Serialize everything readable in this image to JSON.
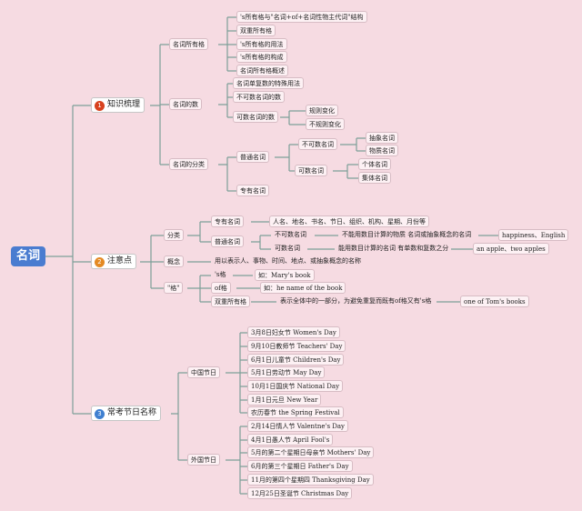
{
  "root": "名词",
  "colors": {
    "wire": "#7d9f98",
    "b1": "#d8421f",
    "b2": "#e48a23",
    "b3": "#3f7fd0"
  },
  "sections": [
    {
      "num": "1",
      "title": "知识梳理",
      "groups": [
        {
          "label": "名词所有格",
          "items": [
            "'s所有格与\"名词+of+名词性物主代词\"结构",
            "双重所有格",
            "'s所有格的用法",
            "'s所有格的构成",
            "名词所有格概述"
          ]
        },
        {
          "label": "名词的数",
          "items": [
            "名词单复数的特殊用法",
            "不可数名词的数"
          ],
          "countable": {
            "label": "可数名词的数",
            "items": [
              "规则变化",
              "不规则变化"
            ]
          }
        },
        {
          "label": "名词的分类",
          "common": {
            "label": "普通名词",
            "uncountable": {
              "label": "不可数名词",
              "items": [
                "抽象名词",
                "物质名词"
              ]
            },
            "countable": {
              "label": "可数名词",
              "items": [
                "个体名词",
                "集体名词"
              ]
            }
          },
          "proper": "专有名词"
        }
      ]
    },
    {
      "num": "2",
      "title": "注意点",
      "classify": {
        "label": "分类",
        "proper": {
          "label": "专有名词",
          "desc": "人名、地名、书名、节日、组织、机构、星期、月份等"
        },
        "common": {
          "label": "普通名词",
          "uncountable": {
            "label": "不可数名词",
            "desc": "不能用数目计算的物质 名词或抽象概念的名词",
            "eg": "happiness、English"
          },
          "countable": {
            "label": "可数名词",
            "desc": "能用数目计算的名词 有单数和复数之分",
            "eg": "an apple、two apples"
          }
        }
      },
      "concept": {
        "label": "概念",
        "desc": "用以表示人、事物、时间、地点、或抽象概念的名称"
      },
      "genitive": {
        "label": "\"格\"",
        "s": {
          "label": "'s格",
          "eg": "如：Mary's book"
        },
        "of": {
          "label": "of格",
          "eg": "如：he name of the book"
        },
        "double": {
          "label": "双重所有格",
          "desc": "表示全体中的一部分，为避免重复而既有of格又有's格",
          "eg": "one of Tom's books"
        }
      }
    },
    {
      "num": "3",
      "title": "常考节日名称",
      "chinese": {
        "label": "中国节日",
        "items": [
          "3月8日妇女节 Women's Day",
          "9月10日教师节 Teachers' Day",
          "6月1日儿童节 Children's Day",
          "5月1日劳动节 May Day",
          "10月1日国庆节 National Day",
          "1月1日元旦 New Year",
          "农历春节 the Spring Festival"
        ]
      },
      "foreign": {
        "label": "外国节日",
        "items": [
          "2月14日情人节 Valentne's Day",
          "4月1日愚人节 April Fool's",
          "5月的第二个星期日母亲节 Mothers' Day",
          "6月的第三个星期日 Father's Day",
          "11月的第四个星期四 Thanksgiving Day",
          "12月25日圣诞节 Christmas Day"
        ]
      }
    }
  ]
}
